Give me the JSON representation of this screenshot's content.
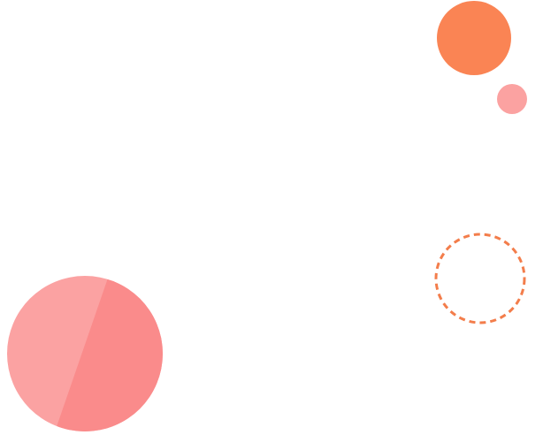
{
  "colors": {
    "background": "#ffffff",
    "orange_solid": "#FA8454",
    "coral_small": "#FBA2A1",
    "coral_large_light": "#FBA2A2",
    "coral_large_dark": "#FA8B8B",
    "orange_dashed_stroke": "#F37D4B"
  },
  "shapes": [
    {
      "name": "orange-solid-circle"
    },
    {
      "name": "small-pink-circle"
    },
    {
      "name": "dashed-orange-circle"
    },
    {
      "name": "large-two-tone-pink-circle"
    }
  ]
}
